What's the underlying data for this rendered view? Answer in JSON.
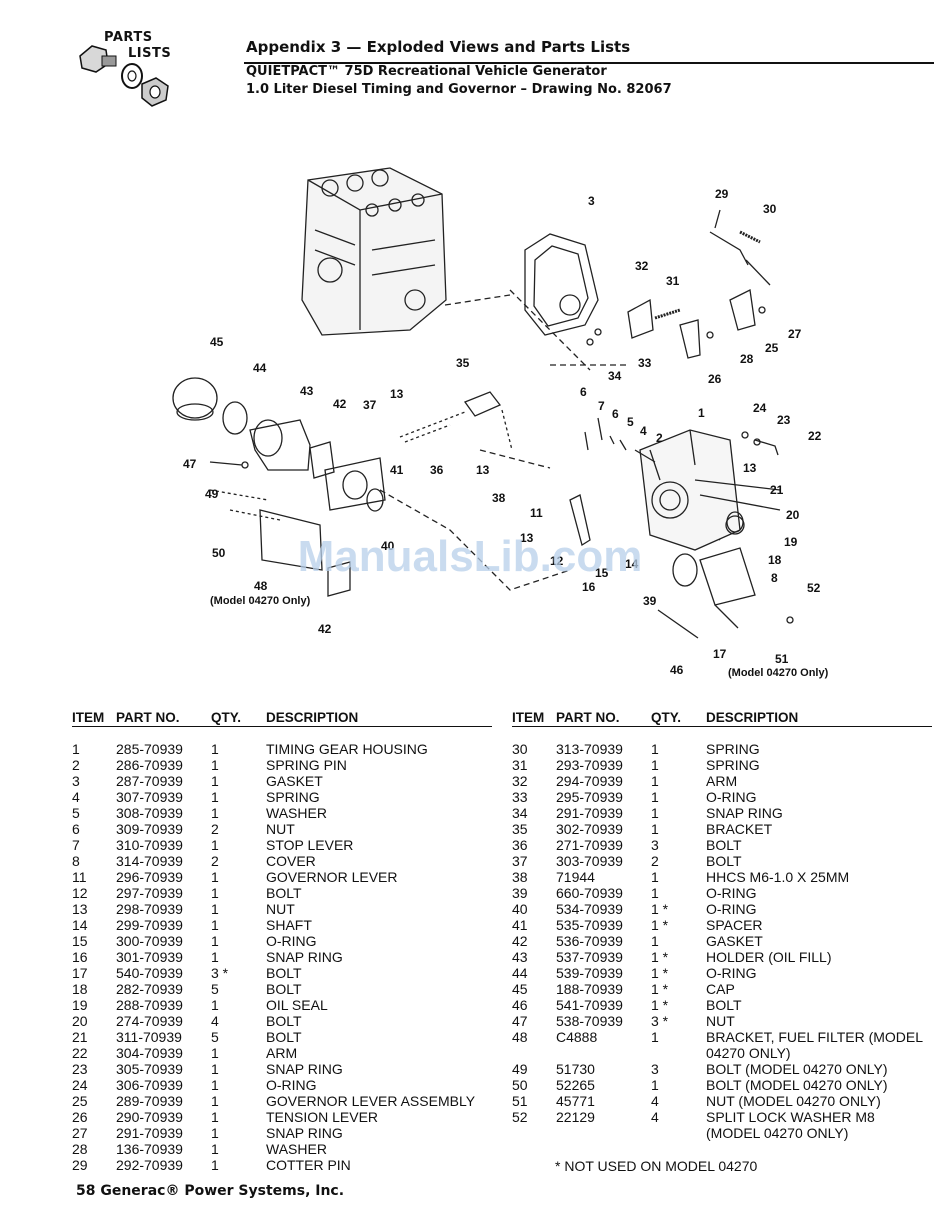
{
  "header": {
    "logo_line1": "PARTS",
    "logo_line2": "LISTS",
    "title": "Appendix 3 — Exploded Views and Parts Lists",
    "subtitle1": "QUIETPACT™ 75D Recreational Vehicle Generator",
    "subtitle2": "1.0 Liter Diesel Timing and Governor – Drawing No. 82067"
  },
  "drawing": {
    "callouts": [
      "1",
      "2",
      "3",
      "4",
      "5",
      "6",
      "6",
      "7",
      "8",
      "11",
      "12",
      "13",
      "13",
      "13",
      "13",
      "14",
      "15",
      "16",
      "17",
      "18",
      "19",
      "20",
      "21",
      "22",
      "23",
      "24",
      "25",
      "26",
      "27",
      "28",
      "29",
      "30",
      "31",
      "32",
      "33",
      "34",
      "35",
      "36",
      "37",
      "38",
      "39",
      "40",
      "41",
      "42",
      "42",
      "43",
      "44",
      "45",
      "46",
      "47",
      "48",
      "49",
      "50",
      "51",
      "52"
    ],
    "note_48": "(Model 04270 Only)",
    "note_51": "(Model 04270 Only)"
  },
  "watermark": "ManualsLib.com",
  "table": {
    "columns": [
      "ITEM",
      "PART NO.",
      "QTY.",
      "DESCRIPTION"
    ],
    "left_rows": [
      {
        "item": "1",
        "part": "285-70939",
        "qty": "1",
        "desc": "TIMING GEAR HOUSING"
      },
      {
        "item": "2",
        "part": "286-70939",
        "qty": "1",
        "desc": "SPRING PIN"
      },
      {
        "item": "3",
        "part": "287-70939",
        "qty": "1",
        "desc": "GASKET"
      },
      {
        "item": "4",
        "part": "307-70939",
        "qty": "1",
        "desc": "SPRING"
      },
      {
        "item": "5",
        "part": "308-70939",
        "qty": "1",
        "desc": "WASHER"
      },
      {
        "item": "6",
        "part": "309-70939",
        "qty": "2",
        "desc": "NUT"
      },
      {
        "item": "7",
        "part": "310-70939",
        "qty": "1",
        "desc": "STOP LEVER"
      },
      {
        "item": "8",
        "part": "314-70939",
        "qty": "2",
        "desc": "COVER"
      },
      {
        "item": "11",
        "part": "296-70939",
        "qty": "1",
        "desc": "GOVERNOR LEVER"
      },
      {
        "item": "12",
        "part": "297-70939",
        "qty": "1",
        "desc": "BOLT"
      },
      {
        "item": "13",
        "part": "298-70939",
        "qty": "1",
        "desc": "NUT"
      },
      {
        "item": "14",
        "part": "299-70939",
        "qty": "1",
        "desc": "SHAFT"
      },
      {
        "item": "15",
        "part": "300-70939",
        "qty": "1",
        "desc": "O-RING"
      },
      {
        "item": "16",
        "part": "301-70939",
        "qty": "1",
        "desc": "SNAP RING"
      },
      {
        "item": "17",
        "part": "540-70939",
        "qty": "3 *",
        "desc": "BOLT"
      },
      {
        "item": "18",
        "part": "282-70939",
        "qty": "5",
        "desc": "BOLT"
      },
      {
        "item": "19",
        "part": "288-70939",
        "qty": "1",
        "desc": "OIL SEAL"
      },
      {
        "item": "20",
        "part": "274-70939",
        "qty": "4",
        "desc": "BOLT"
      },
      {
        "item": "21",
        "part": "311-70939",
        "qty": "5",
        "desc": "BOLT"
      },
      {
        "item": "22",
        "part": "304-70939",
        "qty": "1",
        "desc": "ARM"
      },
      {
        "item": "23",
        "part": "305-70939",
        "qty": "1",
        "desc": "SNAP RING"
      },
      {
        "item": "24",
        "part": "306-70939",
        "qty": "1",
        "desc": "O-RING"
      },
      {
        "item": "25",
        "part": "289-70939",
        "qty": "1",
        "desc": "GOVERNOR LEVER ASSEMBLY"
      },
      {
        "item": "26",
        "part": "290-70939",
        "qty": "1",
        "desc": "TENSION LEVER"
      },
      {
        "item": "27",
        "part": "291-70939",
        "qty": "1",
        "desc": "SNAP RING"
      },
      {
        "item": "28",
        "part": "136-70939",
        "qty": "1",
        "desc": "WASHER"
      },
      {
        "item": "29",
        "part": "292-70939",
        "qty": "1",
        "desc": "COTTER PIN"
      }
    ],
    "right_rows": [
      {
        "item": "30",
        "part": "313-70939",
        "qty": "1",
        "desc": "SPRING"
      },
      {
        "item": "31",
        "part": "293-70939",
        "qty": "1",
        "desc": "SPRING"
      },
      {
        "item": "32",
        "part": "294-70939",
        "qty": "1",
        "desc": "ARM"
      },
      {
        "item": "33",
        "part": "295-70939",
        "qty": "1",
        "desc": "O-RING"
      },
      {
        "item": "34",
        "part": "291-70939",
        "qty": "1",
        "desc": "SNAP RING"
      },
      {
        "item": "35",
        "part": "302-70939",
        "qty": "1",
        "desc": "BRACKET"
      },
      {
        "item": "36",
        "part": "271-70939",
        "qty": "3",
        "desc": "BOLT"
      },
      {
        "item": "37",
        "part": "303-70939",
        "qty": "2",
        "desc": "BOLT"
      },
      {
        "item": "38",
        "part": "71944",
        "qty": "1",
        "desc": "HHCS M6-1.0 X 25MM"
      },
      {
        "item": "39",
        "part": "660-70939",
        "qty": "1",
        "desc": "O-RING"
      },
      {
        "item": "40",
        "part": "534-70939",
        "qty": "1 *",
        "desc": "O-RING"
      },
      {
        "item": "41",
        "part": "535-70939",
        "qty": "1 *",
        "desc": "SPACER"
      },
      {
        "item": "42",
        "part": "536-70939",
        "qty": "1",
        "desc": "GASKET"
      },
      {
        "item": "43",
        "part": "537-70939",
        "qty": "1 *",
        "desc": "HOLDER (OIL FILL)"
      },
      {
        "item": "44",
        "part": "539-70939",
        "qty": "1 *",
        "desc": "O-RING"
      },
      {
        "item": "45",
        "part": "188-70939",
        "qty": "1 *",
        "desc": "CAP"
      },
      {
        "item": "46",
        "part": "541-70939",
        "qty": "1 *",
        "desc": "BOLT"
      },
      {
        "item": "47",
        "part": "538-70939",
        "qty": "3 *",
        "desc": "NUT"
      },
      {
        "item": "48",
        "part": "C4888",
        "qty": "1",
        "desc": "BRACKET, FUEL FILTER (MODEL"
      },
      {
        "item": "",
        "part": "",
        "qty": "",
        "desc": "04270 ONLY)"
      },
      {
        "item": "49",
        "part": "51730",
        "qty": "3",
        "desc": "BOLT (MODEL 04270 ONLY)"
      },
      {
        "item": "50",
        "part": "52265",
        "qty": "1",
        "desc": "BOLT (MODEL 04270 ONLY)"
      },
      {
        "item": "51",
        "part": "45771",
        "qty": "4",
        "desc": "NUT (MODEL 04270 ONLY)"
      },
      {
        "item": "52",
        "part": "22129",
        "qty": "4",
        "desc": "SPLIT LOCK WASHER M8"
      },
      {
        "item": "",
        "part": "",
        "qty": "",
        "desc": "(MODEL 04270 ONLY)"
      }
    ],
    "note": "* NOT USED ON MODEL 04270"
  },
  "footer": "58  Generac® Power Systems, Inc."
}
